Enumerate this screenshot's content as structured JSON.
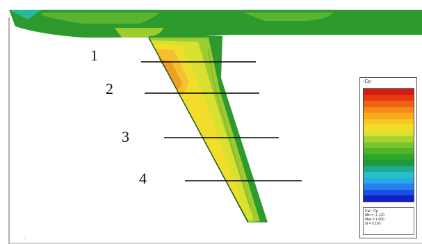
{
  "section_labels": [
    "1",
    "2",
    "3",
    "4"
  ],
  "legend": {
    "title": "-Cp",
    "info_line_1": "Cut - Cp",
    "info_line_2": "Min = -1.120",
    "info_line_3": "Max = 1.000",
    "info_line_4": "dt = 0.150",
    "colors": [
      "#d61a10",
      "#e83a12",
      "#f06014",
      "#f58a18",
      "#f8aa1c",
      "#f7c822",
      "#f2de2a",
      "#d8e030",
      "#a8d230",
      "#78c42c",
      "#4eb42a",
      "#2ea62c",
      "#1e9a3c",
      "#20a890",
      "#26c0c8",
      "#2aa8e8",
      "#2680ea",
      "#1a50e0",
      "#1020c8"
    ]
  },
  "colors": {
    "wing_green": "#2e9a2e",
    "contour_yellow": "#f2de2a",
    "contour_orange": "#f0a020"
  },
  "corner_mark": "·"
}
